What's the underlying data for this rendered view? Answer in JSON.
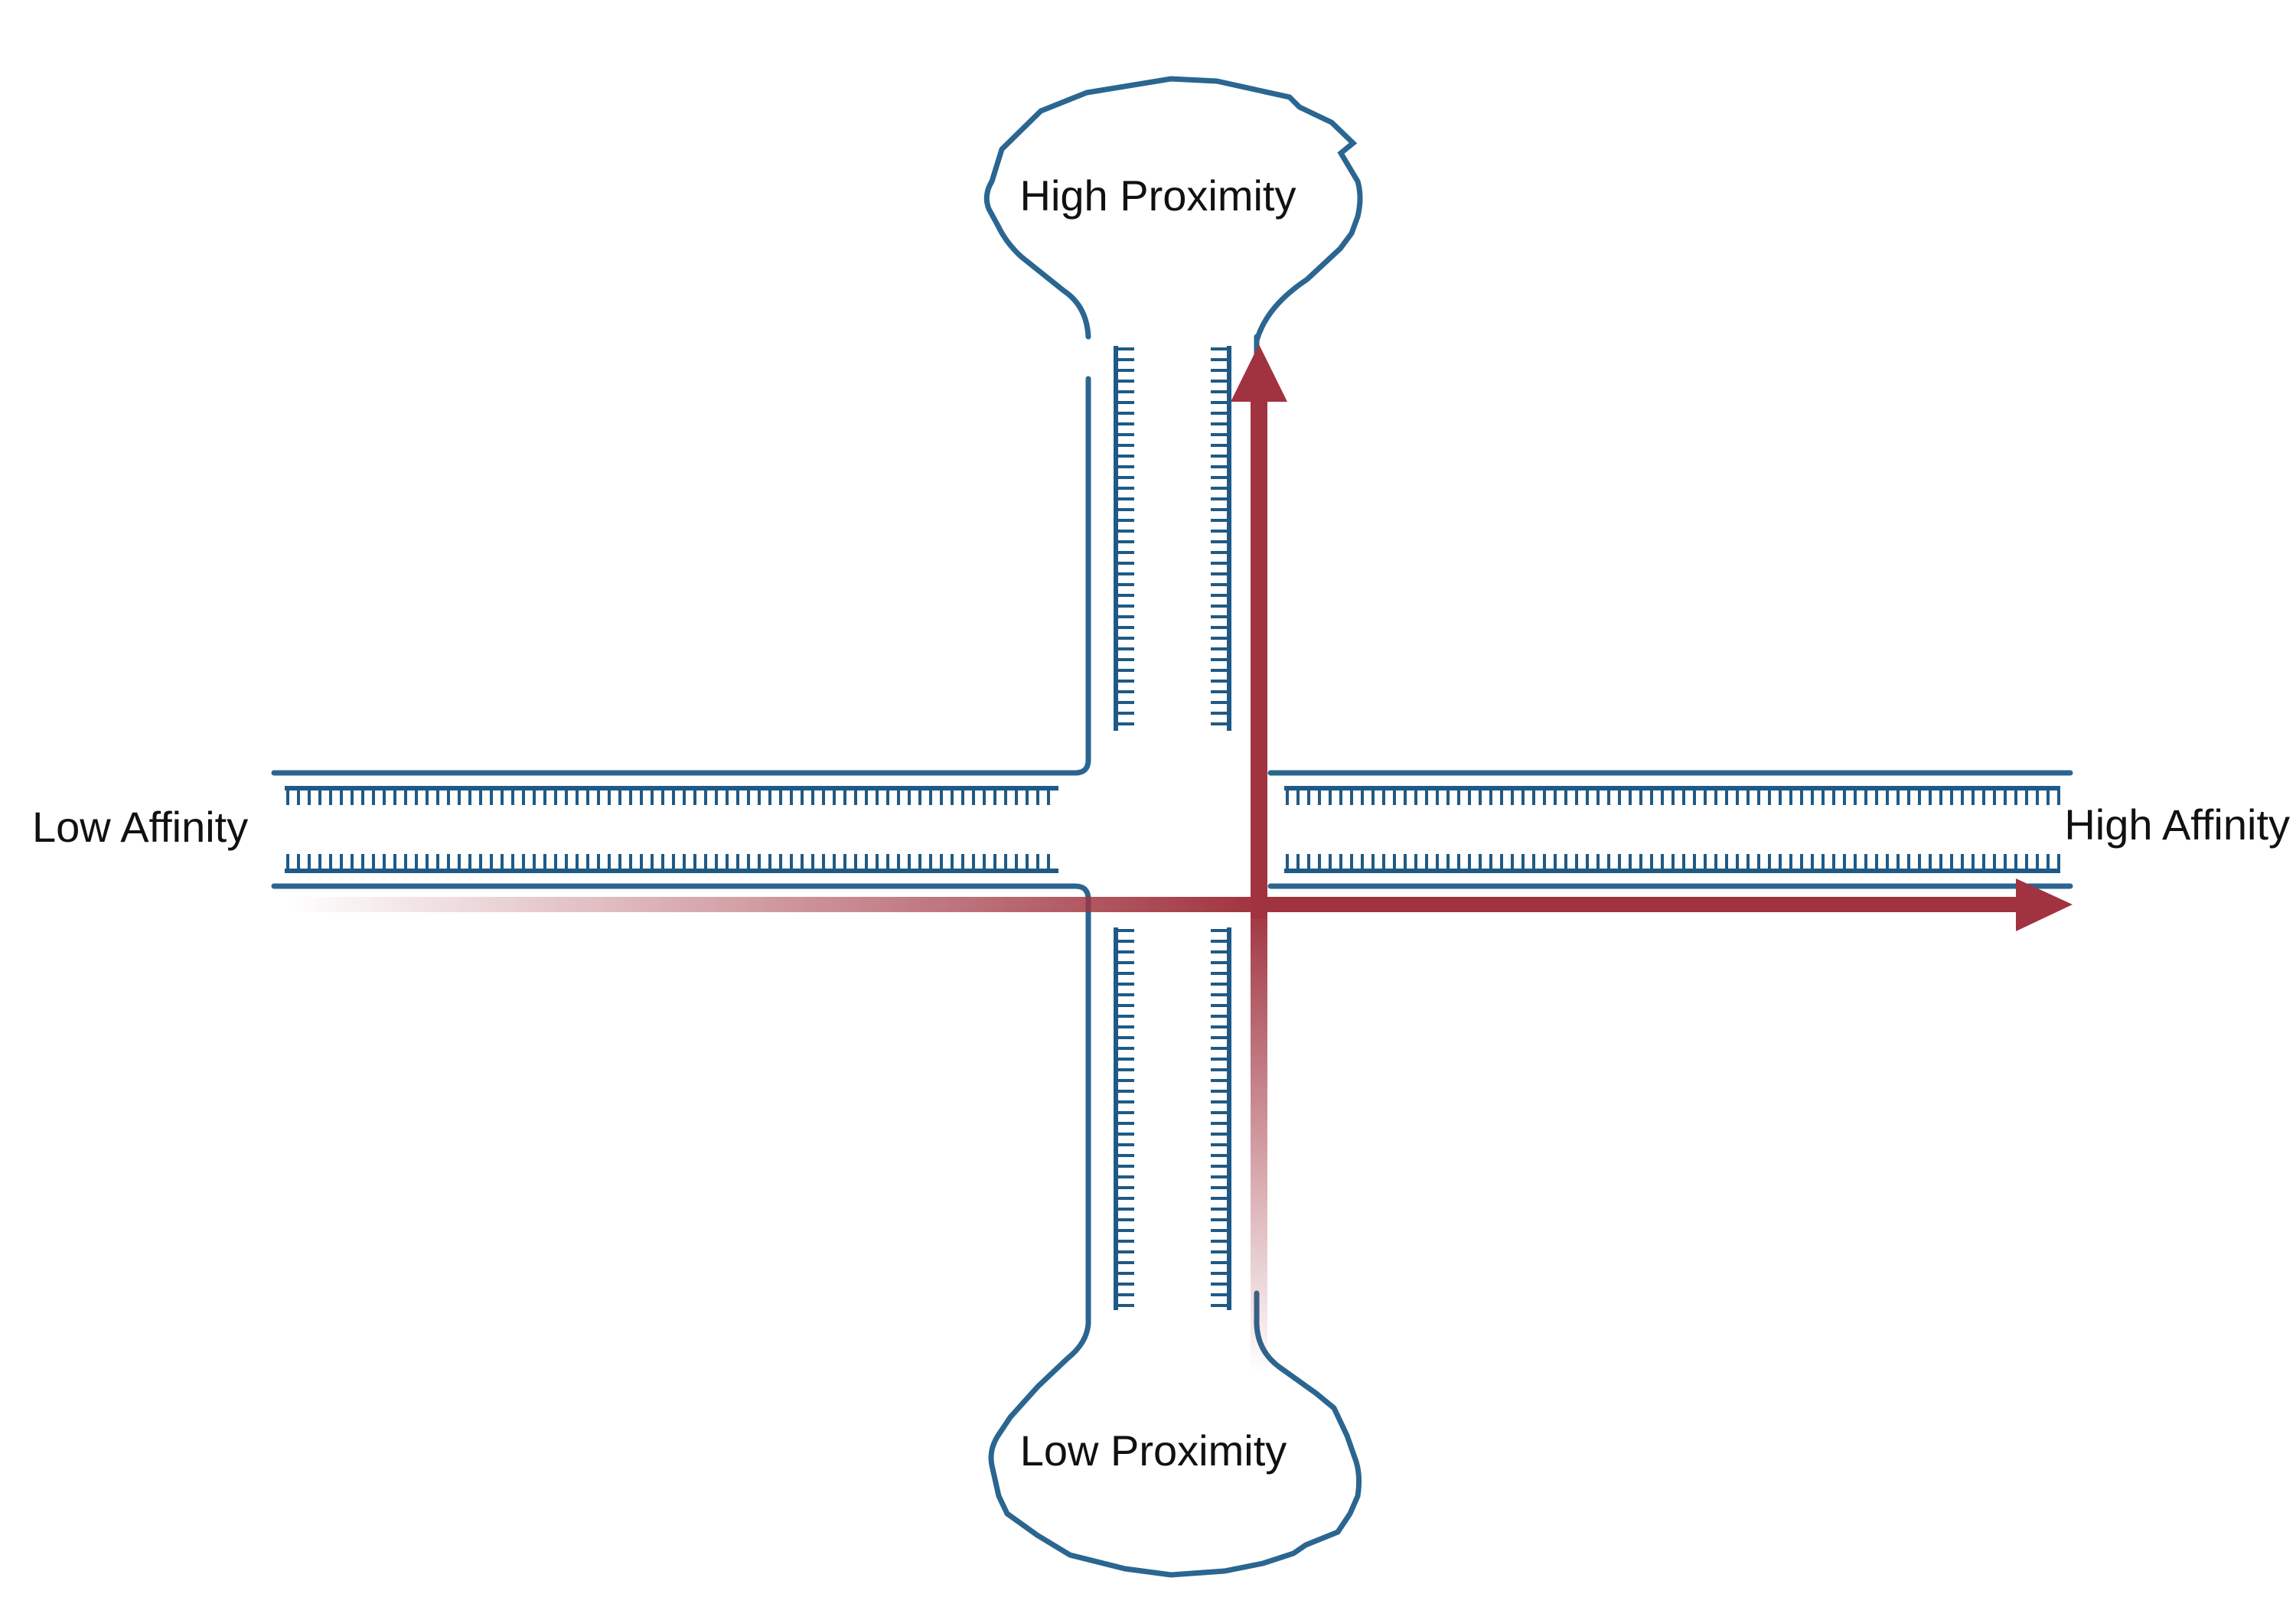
{
  "labels": {
    "top": "High Proximity",
    "bottom": "Low Proximity",
    "left": "Low Affinity",
    "right": "High Affinity"
  },
  "colors": {
    "dna": "#2a6690",
    "dna_ticks": "#1f5a86",
    "arrow": "#a0333f",
    "background": "#ffffff",
    "text": "#111111"
  }
}
